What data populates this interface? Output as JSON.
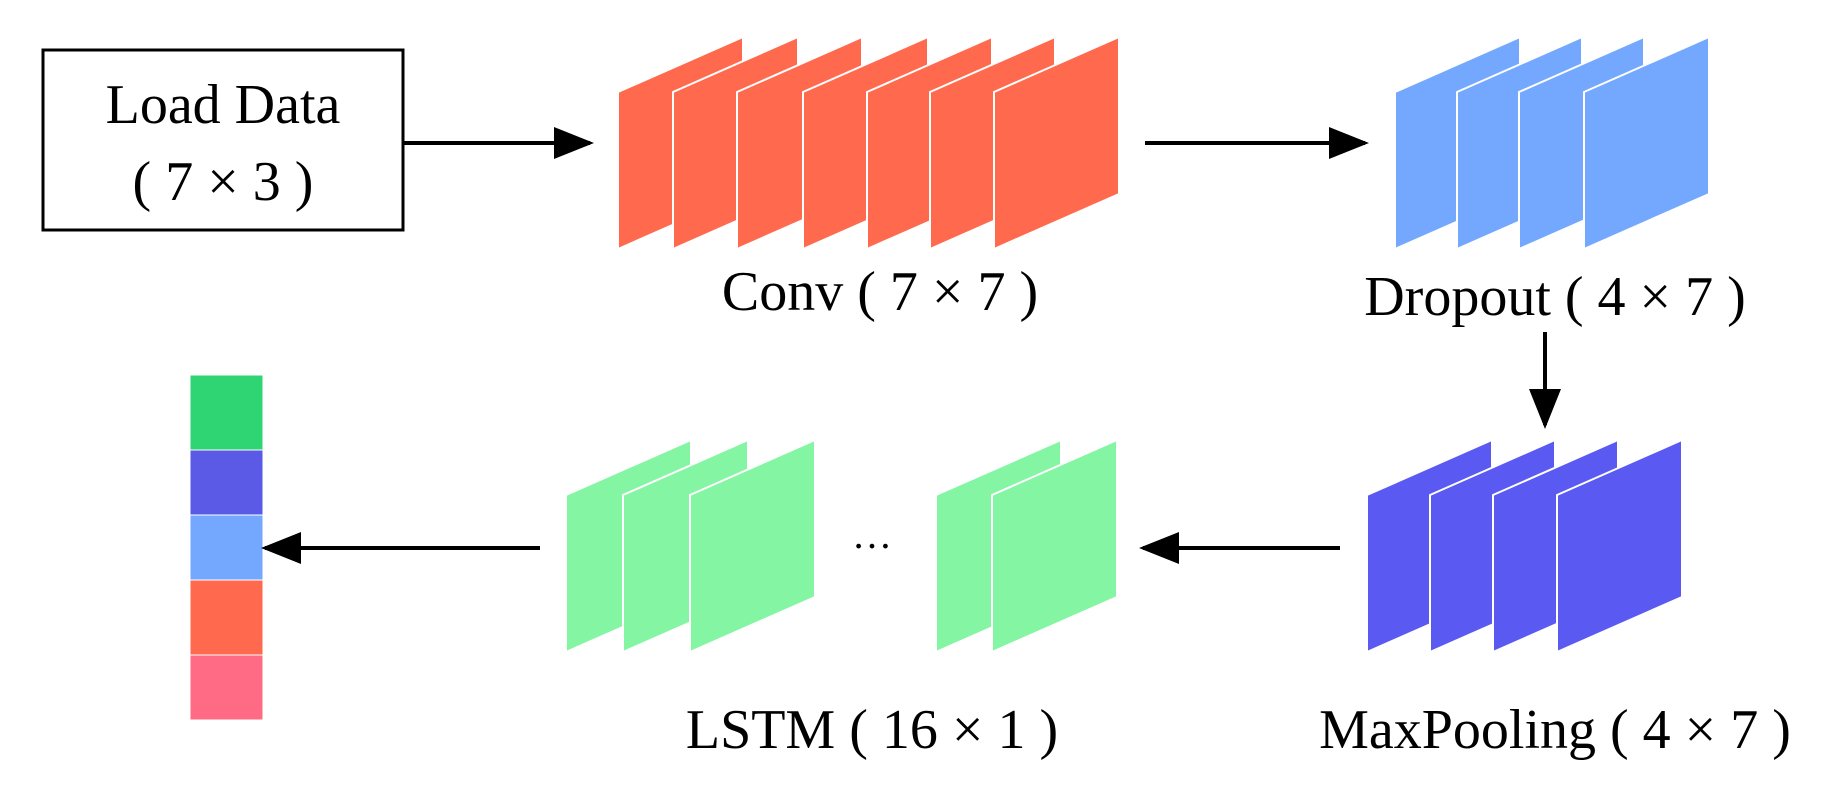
{
  "input": {
    "line1": "Load Data",
    "line2": "( 7 × 3 )"
  },
  "layers": {
    "conv": {
      "label": "Conv ( 7 × 7 )",
      "color": "#ff6a4e"
    },
    "dropout": {
      "label": "Dropout ( 4 × 7 )",
      "color": "#74a8ff"
    },
    "maxpool": {
      "label": "MaxPooling ( 4 × 7 )",
      "color": "#5a5af2"
    },
    "lstm": {
      "label": "LSTM ( 16 × 1 )",
      "ellipsis": "…",
      "color": "#83f5a3"
    }
  },
  "output": {
    "segments": [
      {
        "color": "#2fd573"
      },
      {
        "color": "#5a5ae6"
      },
      {
        "color": "#74a8ff"
      },
      {
        "color": "#ff6a4e"
      },
      {
        "color": "#ff6b85"
      }
    ]
  }
}
